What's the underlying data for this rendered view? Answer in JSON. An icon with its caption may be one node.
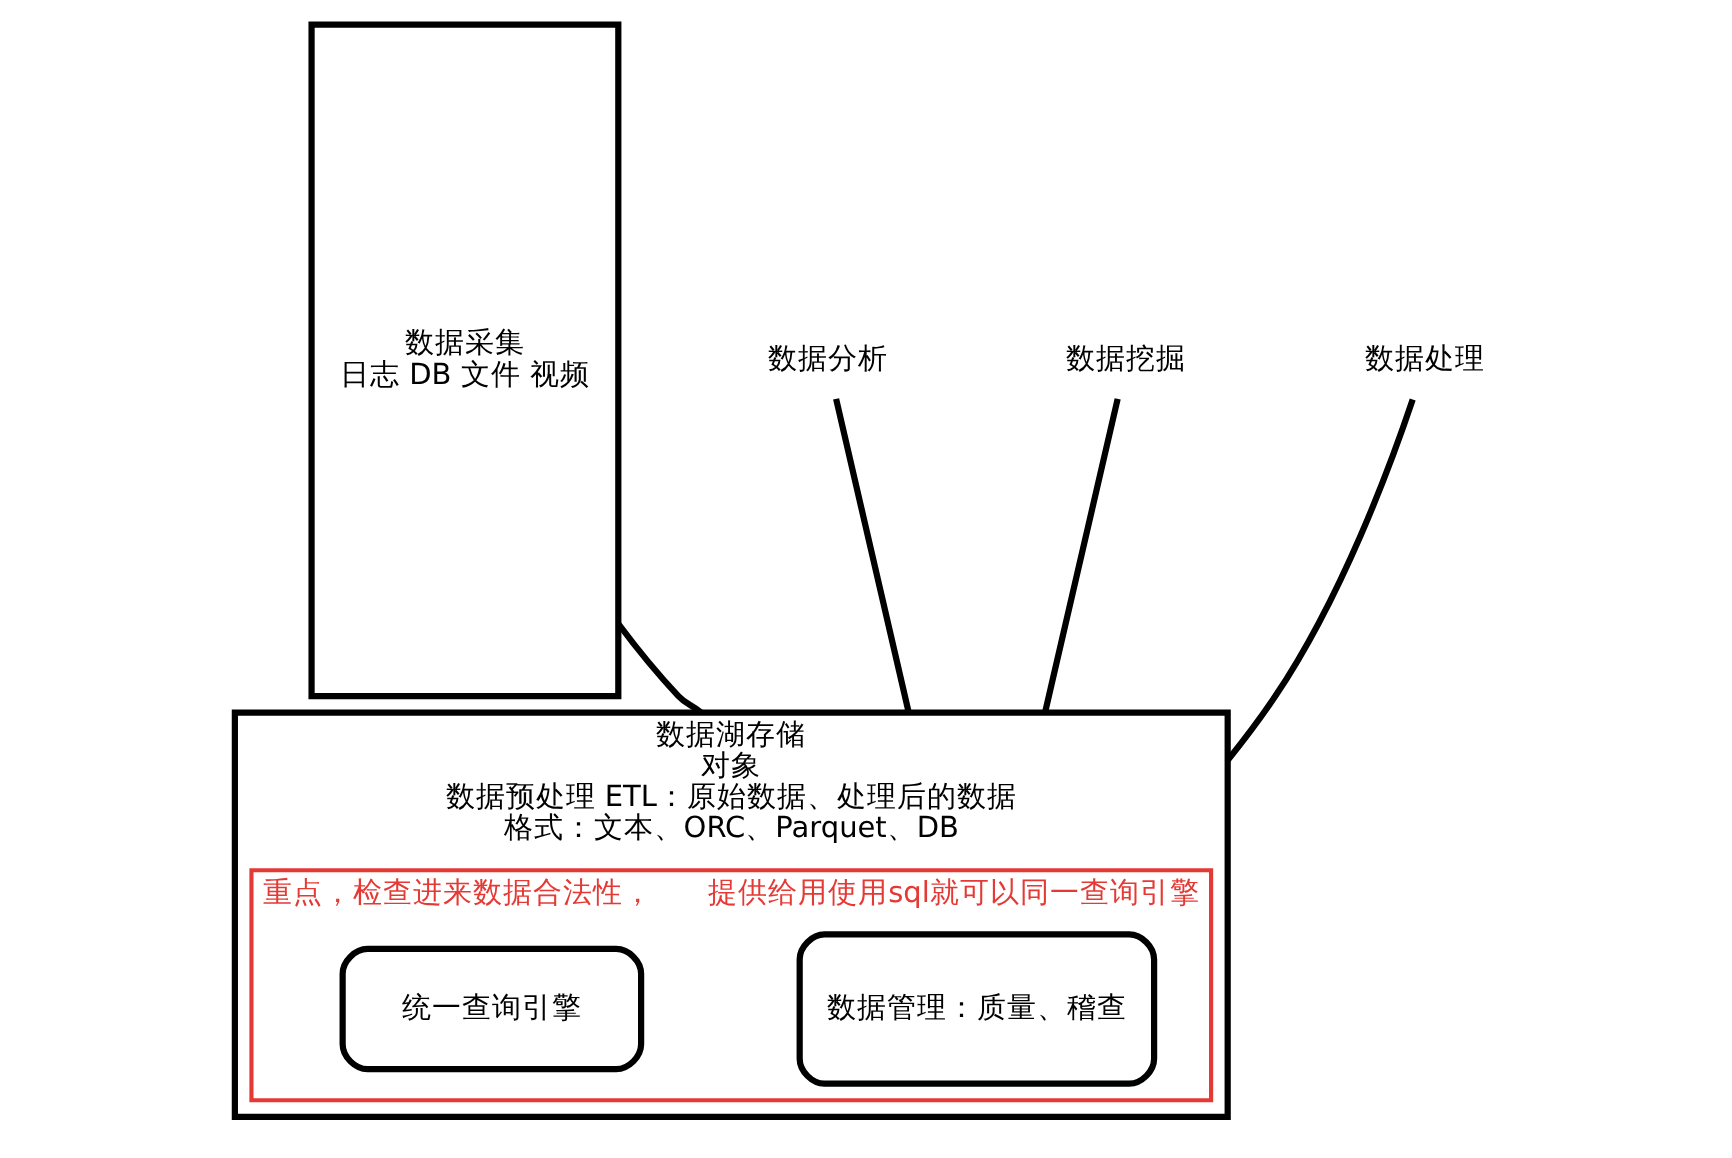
{
  "diagram": {
    "nodes": [
      {
        "text": [
          "数据采集",
          "日志 DB 文件 视频"
        ]
      },
      {
        "text": [
          "数据湖存储",
          "对象",
          "数据预处理 ETL：原始数据、处理后的数据",
          "格式：文本、ORC、Parquet、DB"
        ]
      },
      {
        "text": [
          "重点，检查进来数据合法性，      提供给用使用sql就可以同一查询引擎"
        ],
        "in": 1
      },
      {
        "text": [
          "数据管理：质量、稽查"
        ],
        "in": 2
      },
      {
        "text": [
          "统一查询引擎"
        ],
        "in": 2
      },
      {
        "text": [
          "数据分析"
        ]
      },
      {
        "text": [
          "数据挖掘"
        ]
      },
      {
        "text": [
          "数据处理"
        ]
      }
    ],
    "edges": [
      {
        "from": 5,
        "to": 1,
        "arrow": "none"
      },
      {
        "from": 6,
        "to": 1,
        "arrow": "none"
      },
      {
        "from": 7,
        "to": 1,
        "arrow": "none"
      },
      {
        "from": 0,
        "to": 1,
        "arrow": "none"
      }
    ]
  }
}
